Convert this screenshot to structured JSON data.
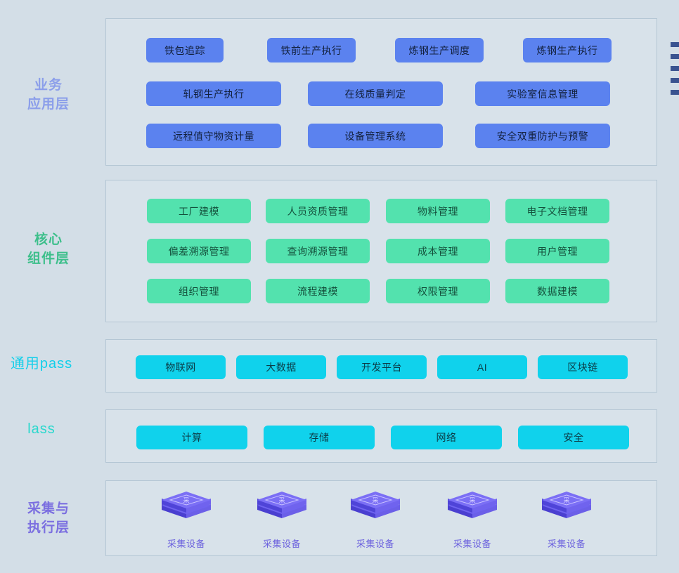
{
  "page": {
    "background_color": "#d3dee7",
    "panel_color": "#d8e2ea",
    "panel_border_color": "#b4c6d4"
  },
  "layers": [
    {
      "id": "business-application",
      "label": "业务\n应用层",
      "label_color": "#8b9eea",
      "accent_color": "#5b82ef",
      "box_style": "blue",
      "rows": [
        [
          {
            "label": "铁包追踪"
          },
          {
            "label": "铁前生产执行"
          },
          {
            "label": "炼钢生产调度"
          },
          {
            "label": "炼钢生产执行"
          }
        ],
        [
          {
            "label": "轧钢生产执行"
          },
          {
            "label": "在线质量判定"
          },
          {
            "label": "实验室信息管理"
          }
        ],
        [
          {
            "label": "远程值守物资计量"
          },
          {
            "label": "设备管理系统"
          },
          {
            "label": "安全双重防护与预警"
          }
        ]
      ]
    },
    {
      "id": "core-component",
      "label": "核心\n组件层",
      "label_color": "#3dbf8b",
      "accent_color": "#53e2ae",
      "box_style": "green",
      "rows": [
        [
          {
            "label": "工厂建模"
          },
          {
            "label": "人员资质管理"
          },
          {
            "label": "物料管理"
          },
          {
            "label": "电子文档管理"
          }
        ],
        [
          {
            "label": "偏差溯源管理"
          },
          {
            "label": "查询溯源管理"
          },
          {
            "label": "成本管理"
          },
          {
            "label": "用户管理"
          }
        ],
        [
          {
            "label": "组织管理"
          },
          {
            "label": "流程建模"
          },
          {
            "label": "权限管理"
          },
          {
            "label": "数据建模"
          }
        ]
      ]
    },
    {
      "id": "general-paas",
      "label": "通用pass",
      "label_color": "#13cfea",
      "accent_color": "#10d2ec",
      "box_style": "cyan",
      "rows": [
        [
          {
            "label": "物联网"
          },
          {
            "label": "大数据"
          },
          {
            "label": "开发平台"
          },
          {
            "label": "AI"
          },
          {
            "label": "区块链"
          }
        ]
      ]
    },
    {
      "id": "iaas",
      "label": "lass",
      "label_color": "#2ad8cd",
      "accent_color": "#10d2ec",
      "box_style": "cyan",
      "rows": [
        [
          {
            "label": "计算"
          },
          {
            "label": "存储"
          },
          {
            "label": "网络"
          },
          {
            "label": "安全"
          }
        ]
      ]
    },
    {
      "id": "acquisition-execution",
      "label": "采集与\n执行层",
      "label_color": "#7b6fe0",
      "accent_color": "#5a4fe0",
      "box_style": "device",
      "devices": [
        {
          "label": "采集设备",
          "glyph": "采"
        },
        {
          "label": "采集设备",
          "glyph": "采"
        },
        {
          "label": "采集设备",
          "glyph": "采"
        },
        {
          "label": "采集设备",
          "glyph": "采"
        },
        {
          "label": "采集设备",
          "glyph": "采"
        }
      ]
    }
  ],
  "edge_bullets": {
    "count": 5,
    "color": "#3a5390"
  }
}
